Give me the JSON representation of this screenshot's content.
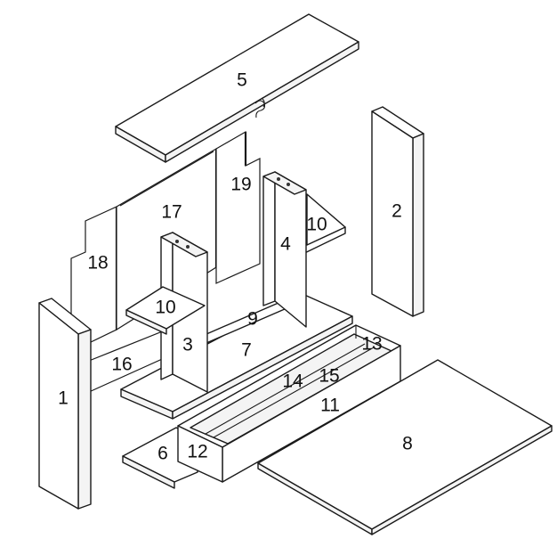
{
  "parts": [
    {
      "id": "1",
      "label": "1"
    },
    {
      "id": "2",
      "label": "2"
    },
    {
      "id": "3",
      "label": "3"
    },
    {
      "id": "4",
      "label": "4"
    },
    {
      "id": "5",
      "label": "5"
    },
    {
      "id": "6",
      "label": "6"
    },
    {
      "id": "7",
      "label": "7"
    },
    {
      "id": "8",
      "label": "8"
    },
    {
      "id": "9",
      "label": "9"
    },
    {
      "id": "10a",
      "label": "10"
    },
    {
      "id": "10b",
      "label": "10"
    },
    {
      "id": "11",
      "label": "11"
    },
    {
      "id": "12",
      "label": "12"
    },
    {
      "id": "13",
      "label": "13"
    },
    {
      "id": "14",
      "label": "14"
    },
    {
      "id": "15",
      "label": "15"
    },
    {
      "id": "16",
      "label": "16"
    },
    {
      "id": "17",
      "label": "17"
    },
    {
      "id": "18",
      "label": "18"
    },
    {
      "id": "19",
      "label": "19"
    }
  ]
}
